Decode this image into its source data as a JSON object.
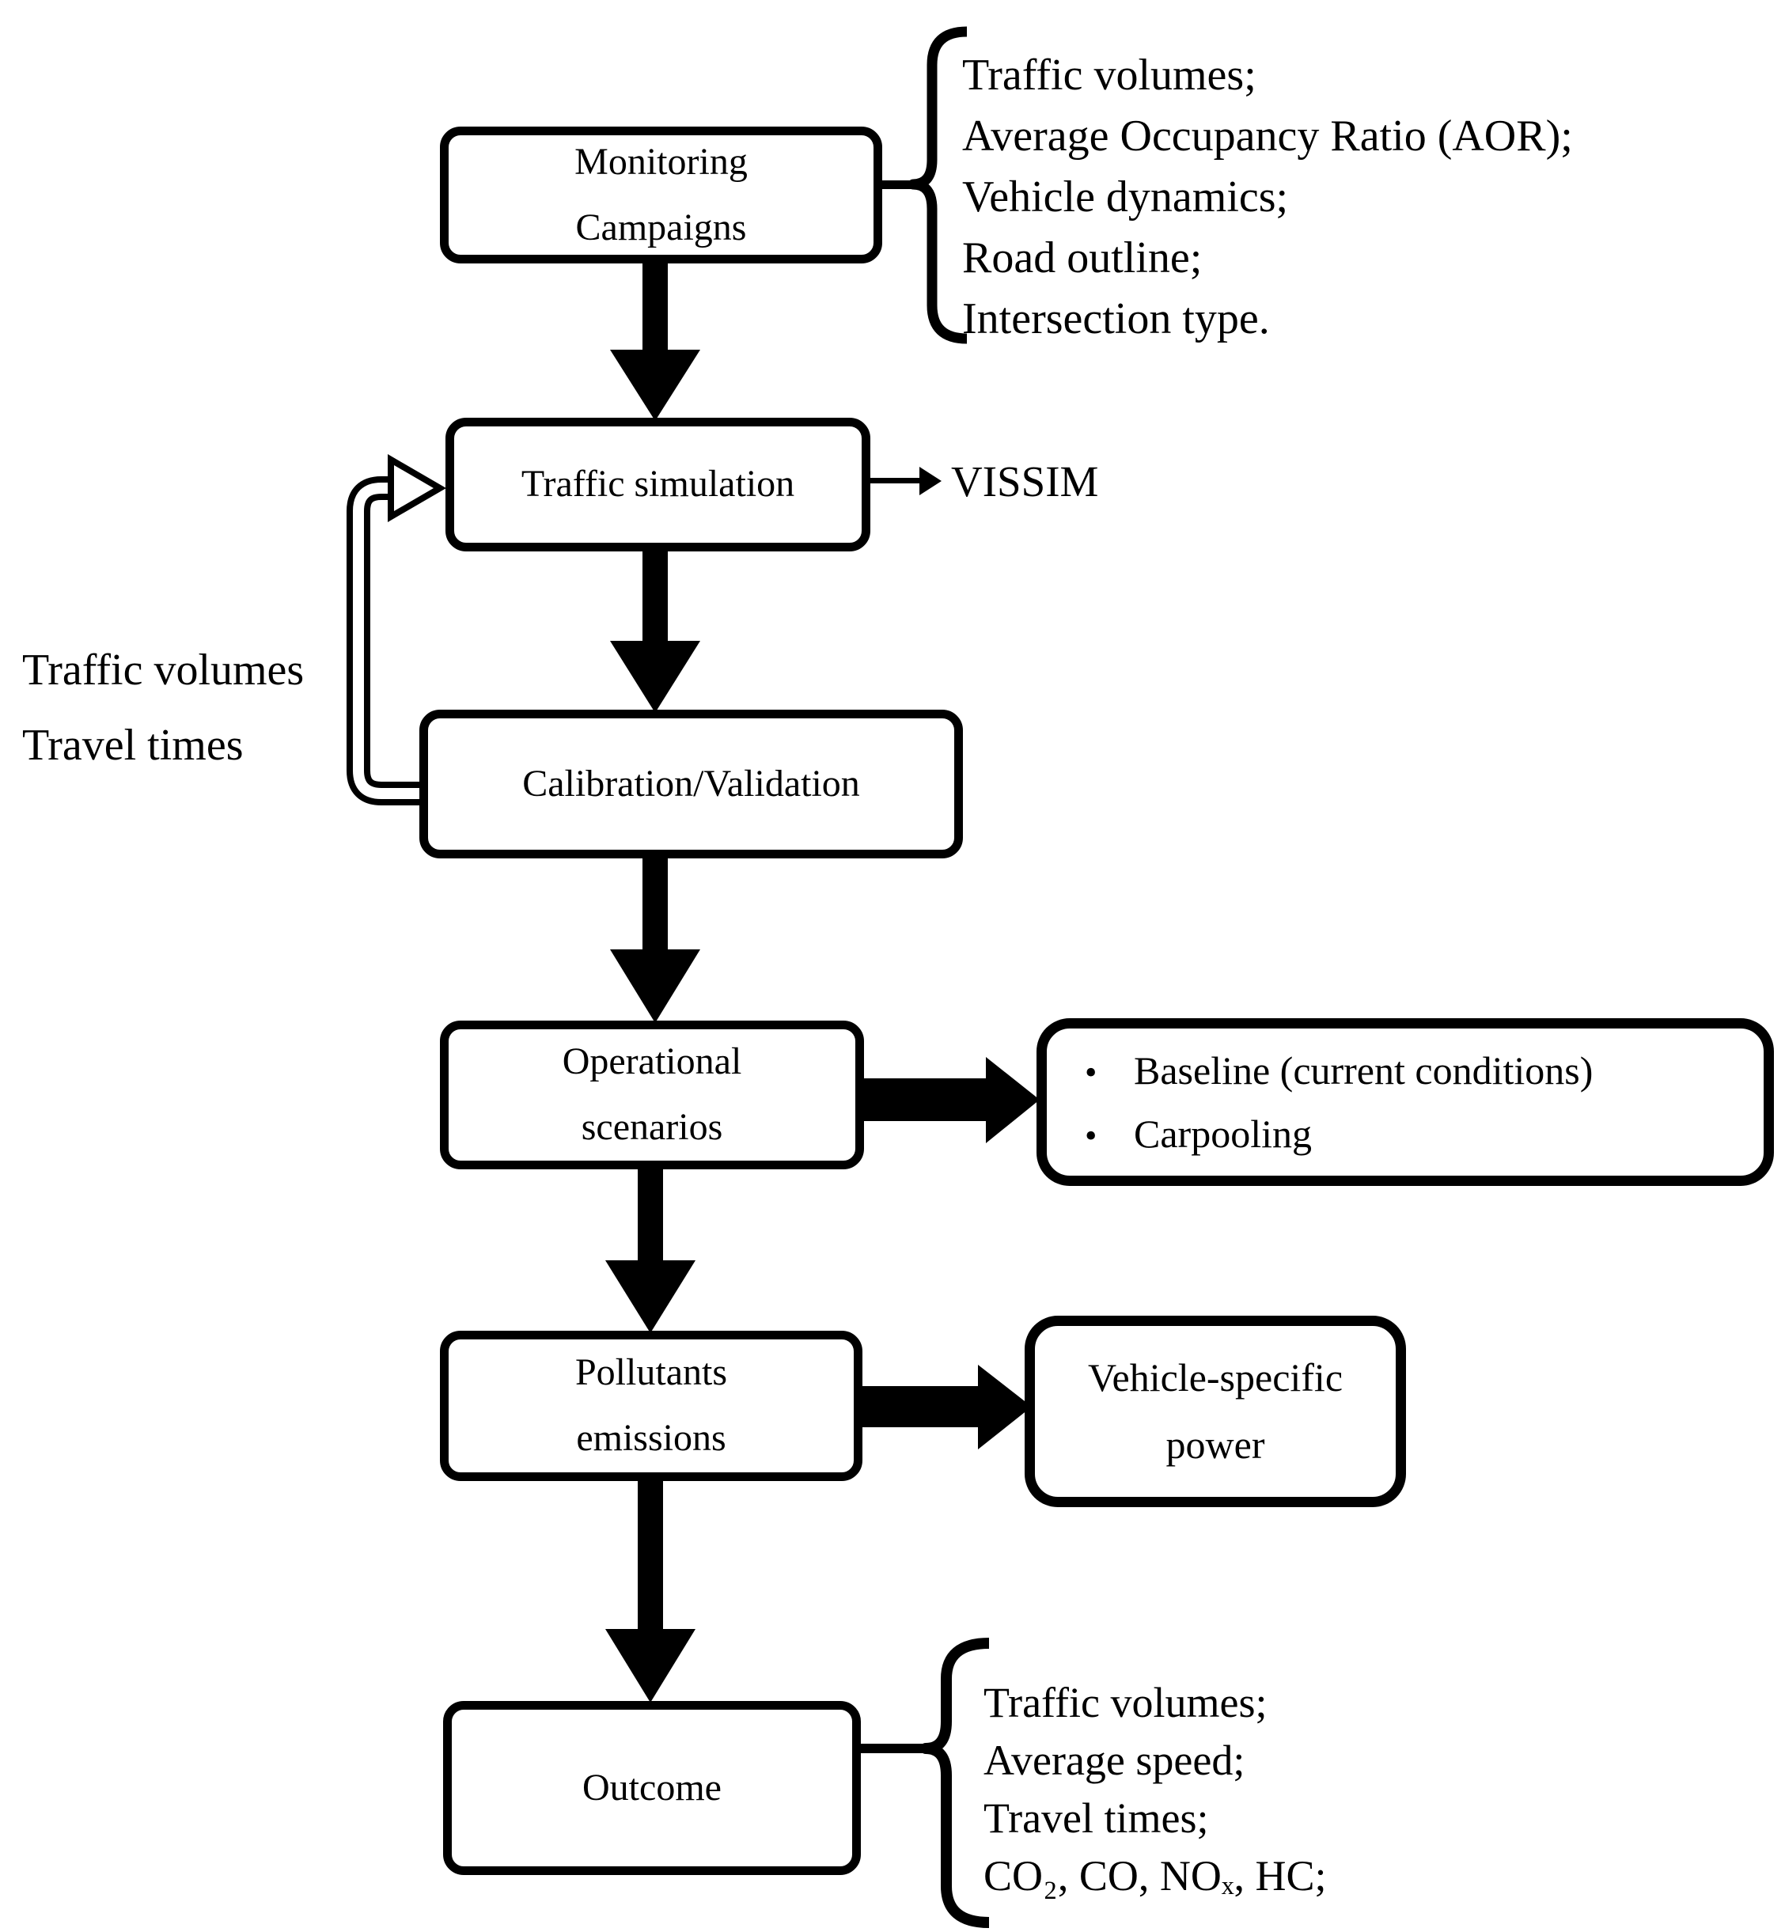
{
  "diagram": {
    "title_implicit": "Traffic simulation and emissions methodology flowchart",
    "nodes": {
      "monitoring": "Monitoring Campaigns",
      "traffic_simulation": "Traffic simulation",
      "calibration": "Calibration/Validation",
      "operational_scenarios": "Operational scenarios",
      "pollutants_emissions": "Pollutants emissions",
      "outcome": "Outcome"
    },
    "monitoring_inputs": [
      "Traffic volumes;",
      "Average Occupancy Ratio (AOR);",
      "Vehicle dynamics;",
      "Road outline;",
      "Intersection type."
    ],
    "simulation_tool": "VISSIM",
    "feedback_metrics": [
      "Traffic volumes",
      "Travel times"
    ],
    "scenarios": [
      "Baseline (current conditions)",
      "Carpooling"
    ],
    "emissions_model": "Vehicle-specific power",
    "outcome_outputs": [
      "Traffic volumes;",
      "Average speed;",
      "Travel times;",
      "CO₂, CO, NOₓ, HC;"
    ]
  },
  "colors": {
    "ink": "#000000",
    "background": "#ffffff"
  }
}
